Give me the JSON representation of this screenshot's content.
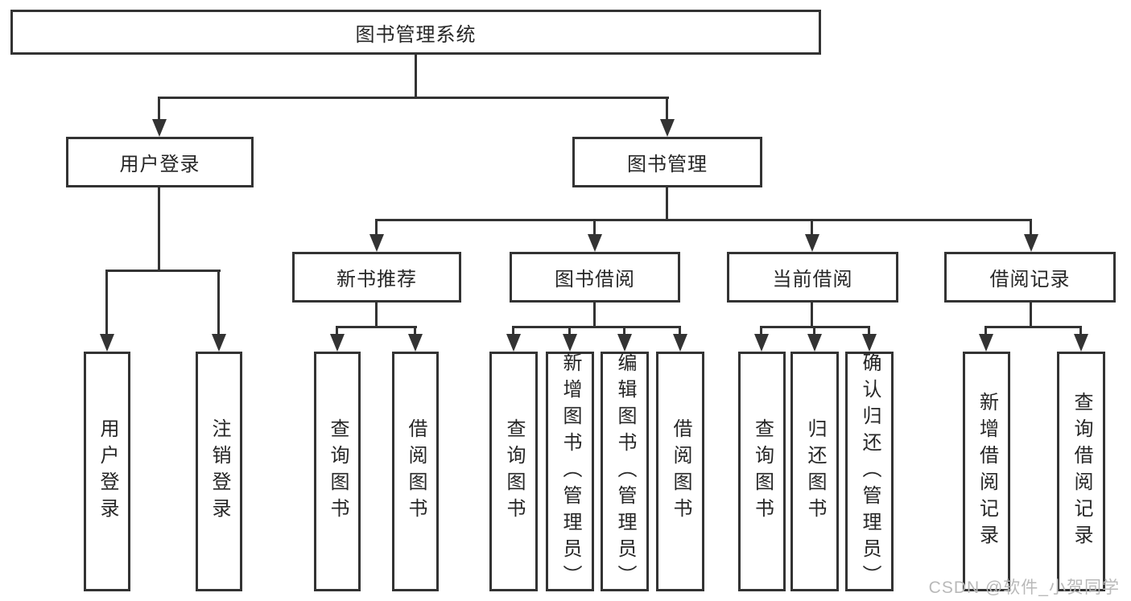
{
  "diagram_title": "图书管理系统",
  "nodes": {
    "root": "图书管理系统",
    "user_login": "用户登录",
    "book_management": "图书管理",
    "new_book_recommend": "新书推荐",
    "book_borrowing": "图书借阅",
    "current_borrowing": "当前借阅",
    "borrow_records": "借阅记录",
    "leaf_user_login": "用户登录",
    "leaf_logout": "注销登录",
    "leaf_query_books_1": "查询图书",
    "leaf_borrow_books_1": "借阅图书",
    "leaf_query_books_2": "查询图书",
    "leaf_add_books_admin": "新增图书（管理员）",
    "leaf_edit_books_admin": "编辑图书（管理员）",
    "leaf_borrow_books_2": "借阅图书",
    "leaf_query_books_3": "查询图书",
    "leaf_return_books": "归还图书",
    "leaf_confirm_return_admin": "确认归还（管理员）",
    "leaf_add_borrow_record": "新增借阅记录",
    "leaf_query_borrow_record": "查询借阅记录"
  },
  "hierarchy": {
    "root": "图书管理系统",
    "children": [
      {
        "label": "用户登录",
        "children": [
          "用户登录",
          "注销登录"
        ]
      },
      {
        "label": "图书管理",
        "children": [
          {
            "label": "新书推荐",
            "children": [
              "查询图书",
              "借阅图书"
            ]
          },
          {
            "label": "图书借阅",
            "children": [
              "查询图书",
              "新增图书（管理员）",
              "编辑图书（管理员）",
              "借阅图书"
            ]
          },
          {
            "label": "当前借阅",
            "children": [
              "查询图书",
              "归还图书",
              "确认归还（管理员）"
            ]
          },
          {
            "label": "借阅记录",
            "children": [
              "新增借阅记录",
              "查询借阅记录"
            ]
          }
        ]
      }
    ]
  },
  "watermark": "CSDN @软件_小贺同学",
  "colors": {
    "line": "#333333",
    "text": "#262626",
    "box_fill": "#ffffff",
    "watermark": "#b9b9b9",
    "background": "#ffffff"
  }
}
